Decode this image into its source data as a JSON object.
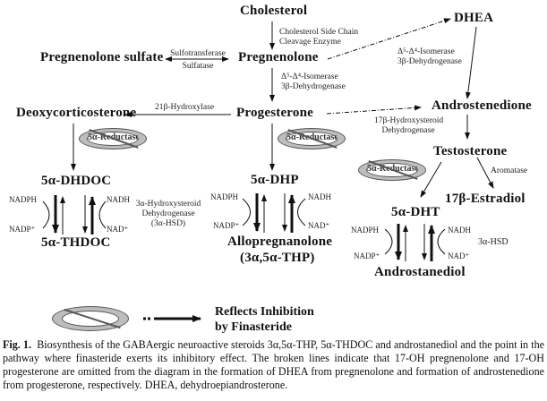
{
  "nodes": {
    "cholesterol": "Cholesterol",
    "pregnenolone": "Pregnenolone",
    "pregnenolone_sulfate": "Pregnenolone sulfate",
    "dhea": "DHEA",
    "progesterone": "Progesterone",
    "deoxycorticosterone": "Deoxycorticosterone",
    "androstenedione": "Androstenedione",
    "testosterone": "Testosterone",
    "dhdoc": "5α-DHDOC",
    "thdoc": "5α-THDOC",
    "dhp": "5α-DHP",
    "allopregnanolone": "Allopregnanolone",
    "allopregnanolone_alias": "(3α,5α-THP)",
    "dht": "5α-DHT",
    "estradiol": "17β-Estradiol",
    "androstanediol": "Androstanediol"
  },
  "enzymes": {
    "scc_line1": "Cholesterol Side Chain",
    "scc_line2": "Cleavage Enzyme",
    "sulfotransferase": "Sulfotransferase",
    "sulfatase": "Sulfatase",
    "isomerase_1_line1": "Δ⁵-Δ⁴-Isomerase",
    "isomerase_1_line2": "3β-Dehydrogenase",
    "isomerase_2_line1": "Δ⁵-Δ⁴-Isomerase",
    "isomerase_2_line2": "3β-Dehydrogenase",
    "hydroxylase": "21β-Hydroxylase",
    "hsd17_line1": "17β-Hydroxysteroid",
    "hsd17_line2": "Dehydrogenase",
    "aromatase": "Aromatase",
    "hsd3_line1": "3α-Hydroxysteroid",
    "hsd3_line2": "Dehydrogenase",
    "hsd3_line3": "(3α-HSD)",
    "hsd3_short": "3α-HSD"
  },
  "inhibitor_label": "5α-Reductase",
  "cofactors": {
    "nadph": "NADPH",
    "nadp": "NADP⁺",
    "nadh": "NADH",
    "nad": "NAD⁺"
  },
  "legend": {
    "line1": "Reflects Inhibition",
    "line2": "by Finasteride"
  },
  "caption": {
    "label": "Fig. 1.",
    "text": "Biosynthesis of the GABAergic neuroactive steroids 3α,5α-THP, 5α-THDOC and androstanediol and the point in the pathway where finasteride exerts its inhibitory effect. The broken lines indicate that 17-OH pregnenolone and 17-OH progesterone are omitted from the diagram in the formation of DHEA from pregnenolone and formation of androstenedione from progesterone, respectively. DHEA, dehydroepiandrosterone."
  }
}
